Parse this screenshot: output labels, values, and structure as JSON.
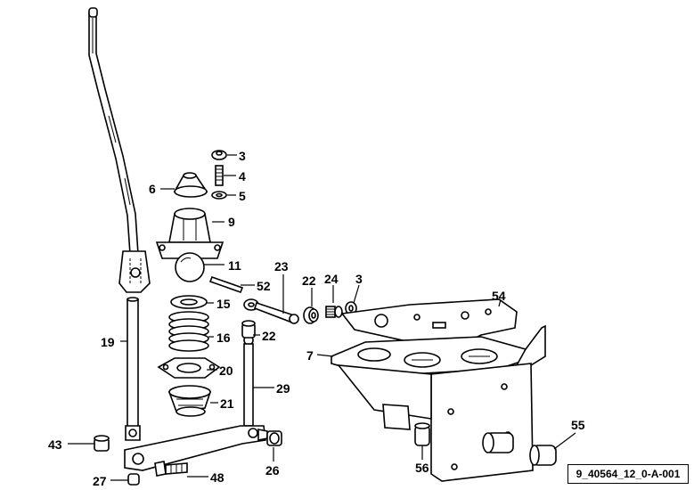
{
  "figure": {
    "reference_code": "9_40564_12_0-A-001"
  },
  "labels": {
    "p3a": "3",
    "p4": "4",
    "p5": "5",
    "p6": "6",
    "p9": "9",
    "p11": "11",
    "p52": "52",
    "p23": "23",
    "p22a": "22",
    "p24": "24",
    "p3b": "3",
    "p54": "54",
    "p15": "15",
    "p16": "16",
    "p20": "20",
    "p21": "21",
    "p19": "19",
    "p22b": "22",
    "p29": "29",
    "p7": "7",
    "p43": "43",
    "p26": "26",
    "p48": "48",
    "p27": "27",
    "p56": "56",
    "p55": "55"
  }
}
